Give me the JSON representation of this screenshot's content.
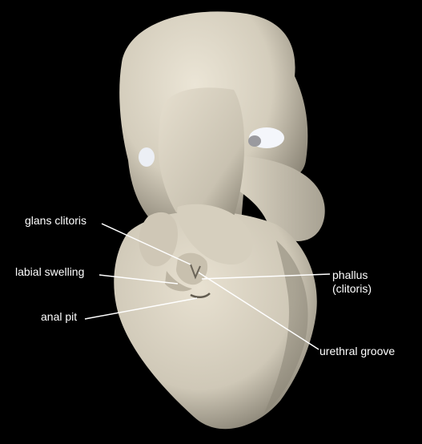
{
  "labels": {
    "glans_clitoris": "glans clitoris",
    "labial_swelling": "labial swelling",
    "anal_pit": "anal pit",
    "phallus_line1": "phallus",
    "phallus_line2": "(clitoris)",
    "urethral_groove": "urethral groove"
  },
  "colors": {
    "background": "#000000",
    "tissue": "#d9d2c1",
    "tissue_shadow": "#8e8778",
    "label_text": "#ffffff",
    "leader_line": "#ffffff"
  }
}
